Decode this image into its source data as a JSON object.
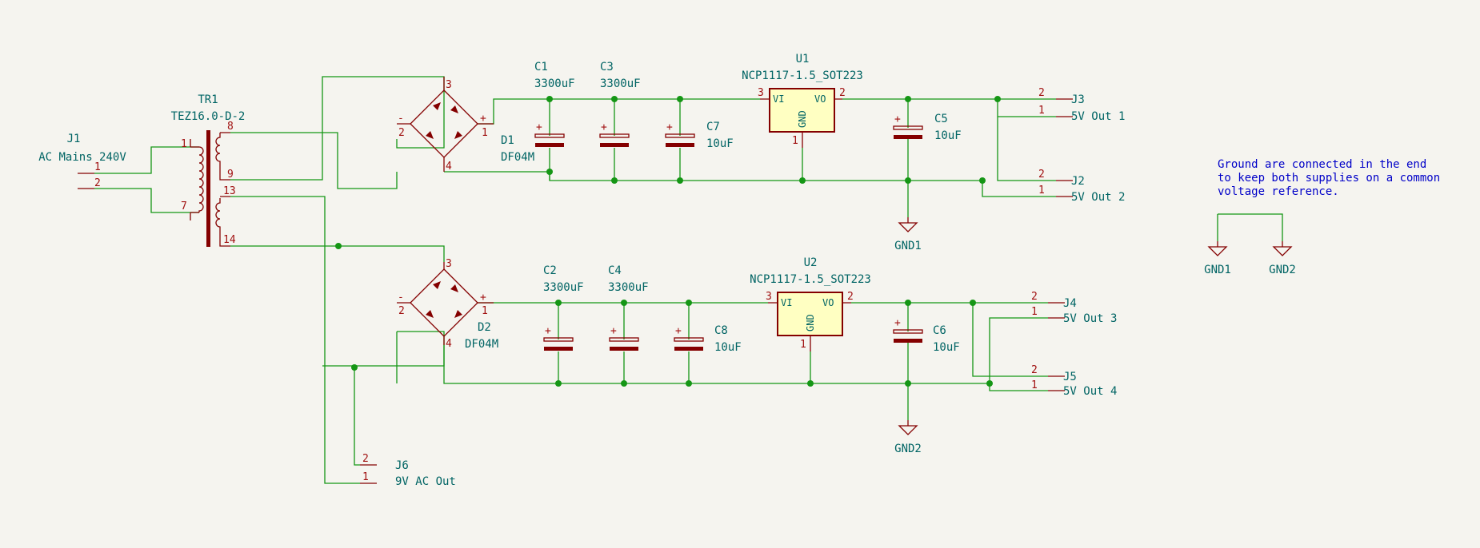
{
  "colors": {
    "background": "#f5f4ef",
    "wire": "#159615",
    "component": "#840000",
    "reference": "#006464",
    "note": "#0000c8",
    "ic_fill": "#ffffc2"
  },
  "j1": {
    "ref": "J1",
    "value": "AC Mains 240V",
    "pin1": "1",
    "pin2": "2"
  },
  "tr1": {
    "ref": "TR1",
    "value": "TEZ16.0-D-2",
    "p1": "1",
    "p7": "7",
    "p8": "8",
    "p9": "9",
    "p13": "13",
    "p14": "14"
  },
  "d1": {
    "ref": "D1",
    "value": "DF04M",
    "plus": "+",
    "minus": "-",
    "p1": "1",
    "p2": "2",
    "p3": "3",
    "p4": "4"
  },
  "d2": {
    "ref": "D2",
    "value": "DF04M",
    "plus": "+",
    "minus": "-",
    "p1": "1",
    "p2": "2",
    "p3": "3",
    "p4": "4"
  },
  "c1": {
    "ref": "C1",
    "value": "3300uF"
  },
  "c3": {
    "ref": "C3",
    "value": "3300uF"
  },
  "c7": {
    "ref": "C7",
    "value": "10uF"
  },
  "c5": {
    "ref": "C5",
    "value": "10uF"
  },
  "c2": {
    "ref": "C2",
    "value": "3300uF"
  },
  "c4": {
    "ref": "C4",
    "value": "3300uF"
  },
  "c8": {
    "ref": "C8",
    "value": "10uF"
  },
  "c6": {
    "ref": "C6",
    "value": "10uF"
  },
  "cap_plus": "+",
  "u1": {
    "ref": "U1",
    "value": "NCP1117-1.5_SOT223",
    "vi": "VI",
    "vo": "VO",
    "gnd": "GND",
    "pin1": "1",
    "pin2": "2",
    "pin3": "3"
  },
  "u2": {
    "ref": "U2",
    "value": "NCP1117-1.5_SOT223",
    "vi": "VI",
    "vo": "VO",
    "gnd": "GND",
    "pin1": "1",
    "pin2": "2",
    "pin3": "3"
  },
  "j3": {
    "ref": "J3",
    "value": "5V Out 1",
    "pin1": "1",
    "pin2": "2"
  },
  "j2": {
    "ref": "J2",
    "value": "5V Out 2",
    "pin1": "1",
    "pin2": "2"
  },
  "j4": {
    "ref": "J4",
    "value": "5V Out 3",
    "pin1": "1",
    "pin2": "2"
  },
  "j5": {
    "ref": "J5",
    "value": "5V Out 4",
    "pin1": "1",
    "pin2": "2"
  },
  "j6": {
    "ref": "J6",
    "value": "9V AC Out",
    "pin1": "1",
    "pin2": "2"
  },
  "gnd1": "GND1",
  "gnd2": "GND2",
  "note": {
    "line1": "Ground are connected in the end",
    "line2": "to keep both supplies on a common",
    "line3": "voltage reference."
  },
  "note_gnd1": "GND1",
  "note_gnd2": "GND2"
}
